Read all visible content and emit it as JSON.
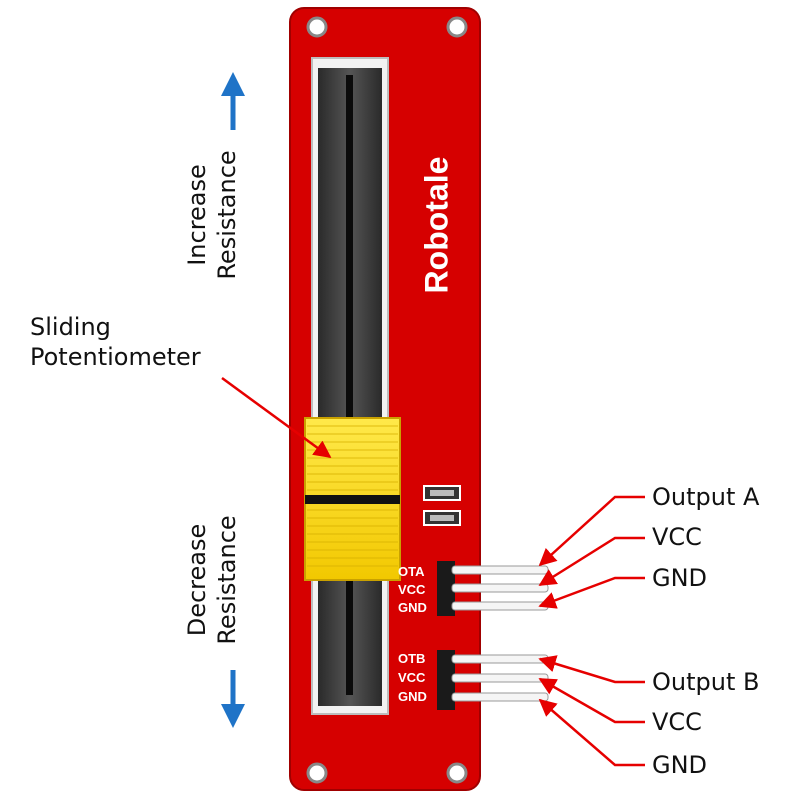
{
  "board": {
    "brand": "Robotale",
    "color": "#d60000",
    "slider_color": "#f5d300",
    "pins_group_a": [
      "OTA",
      "VCC",
      "GND"
    ],
    "pins_group_b": [
      "OTB",
      "VCC",
      "GND"
    ]
  },
  "labels": {
    "increase_line1": "Increase",
    "increase_line2": "Resistance",
    "decrease_line1": "Decrease",
    "decrease_line2": "Resistance",
    "slider_line1": "Sliding",
    "slider_line2": "Potentiometer",
    "output_a": "Output A",
    "vcc_a": "VCC",
    "gnd_a": "GND",
    "output_b": "Output B",
    "vcc_b": "VCC",
    "gnd_b": "GND"
  },
  "colors": {
    "arrow_blue": "#1f73c7",
    "pointer_red": "#e60000"
  }
}
